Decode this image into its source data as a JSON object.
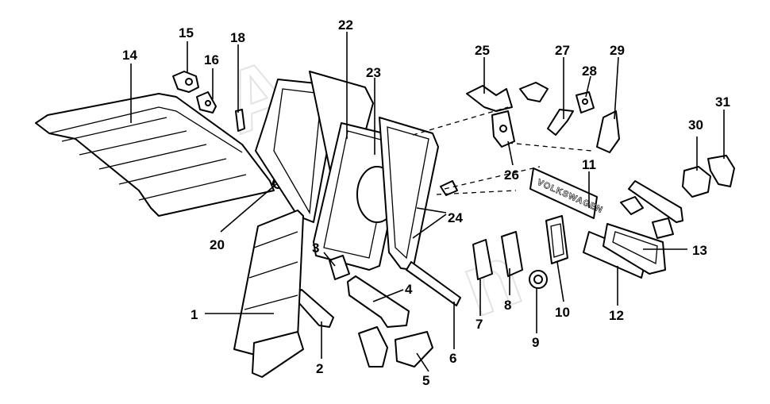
{
  "diagram": {
    "badge_text": "VOLKSWAGEN",
    "callouts": [
      "1",
      "2",
      "3",
      "4",
      "5",
      "6",
      "7",
      "8",
      "9",
      "10",
      "11",
      "12",
      "13",
      "14",
      "15",
      "16",
      "18",
      "20",
      "22",
      "23",
      "24",
      "25",
      "26",
      "27",
      "28",
      "29",
      "30",
      "31"
    ]
  }
}
